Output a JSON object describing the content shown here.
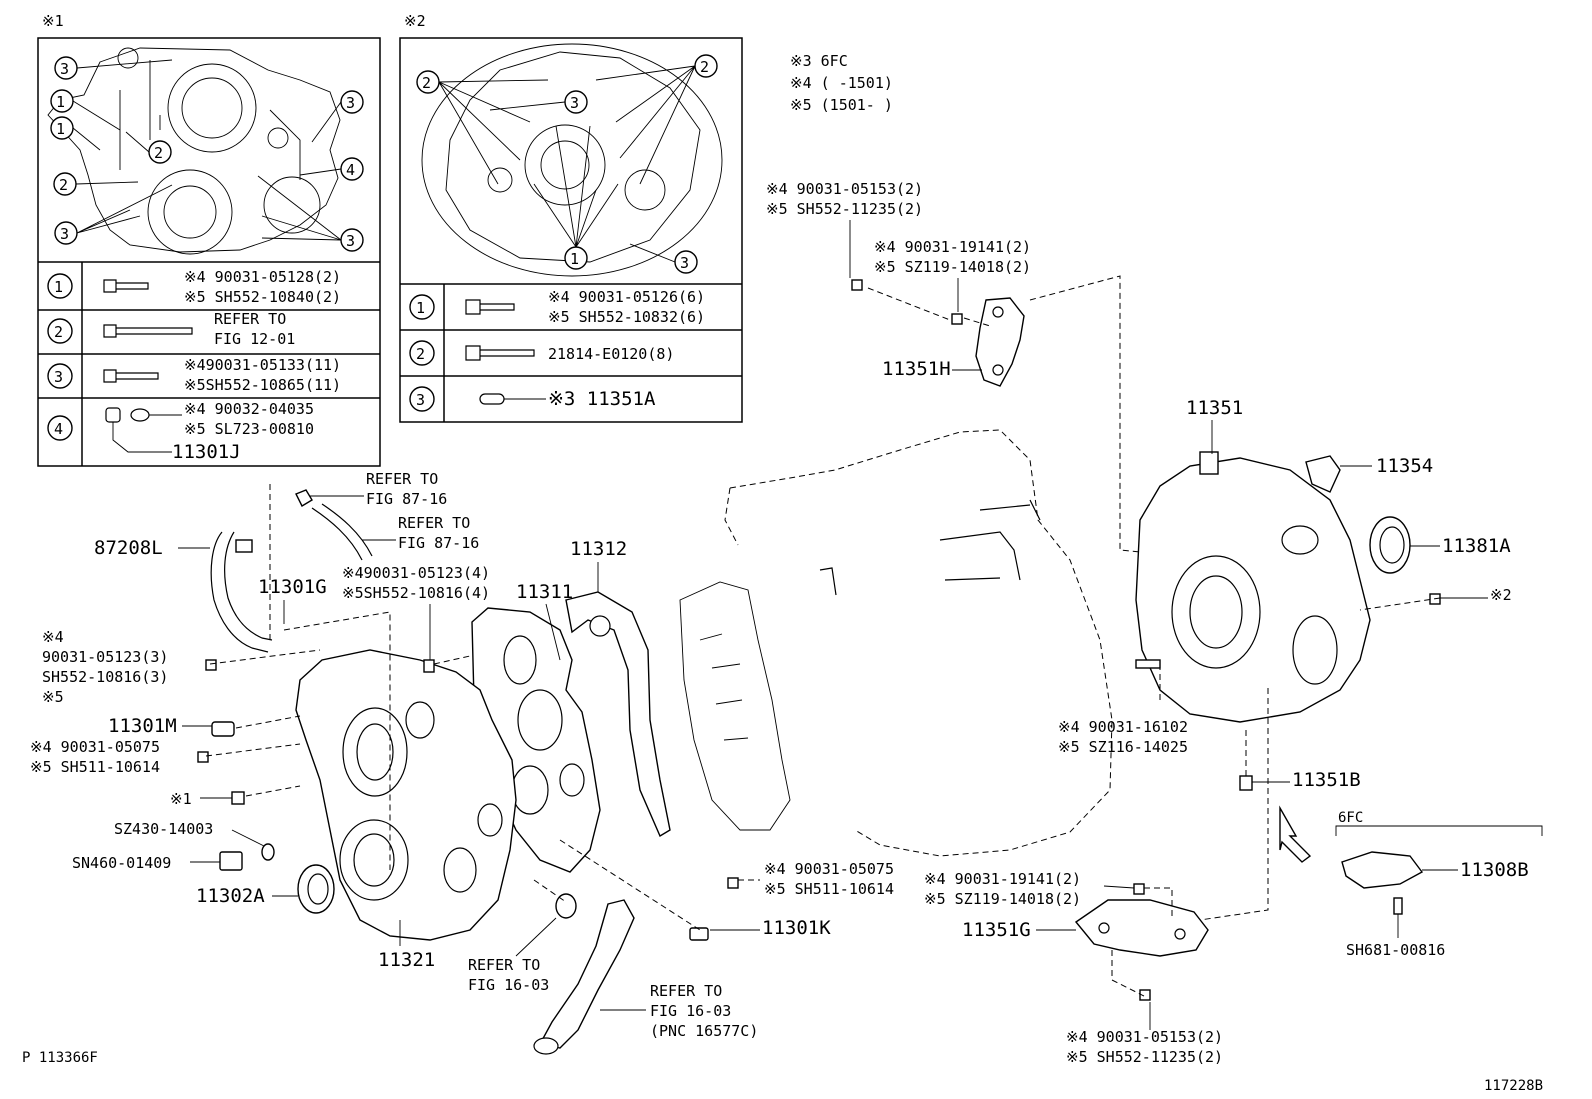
{
  "inset1": {
    "tag": "※1",
    "rows": [
      {
        "num": "1",
        "lines": [
          "※4 90031-05128(2)",
          "※5 SH552-10840(2)"
        ]
      },
      {
        "num": "2",
        "lines": [
          "REFER TO",
          "FIG 12-01"
        ]
      },
      {
        "num": "3",
        "lines": [
          "※490031-05133(11)",
          "※5SH552-10865(11)"
        ]
      },
      {
        "num": "4",
        "lines": [
          "※4 90032-04035",
          "※5 SL723-00810"
        ],
        "part": "11301J"
      }
    ]
  },
  "inset2": {
    "tag": "※2",
    "rows": [
      {
        "num": "1",
        "lines": [
          "※4 90031-05126(6)",
          "※5 SH552-10832(6)"
        ]
      },
      {
        "num": "2",
        "lines": [
          "21814-E0120(8)"
        ]
      },
      {
        "num": "3",
        "lines": [
          "※3 11351A"
        ]
      }
    ]
  },
  "notes": [
    "※3 6FC",
    "※4 (      -1501)",
    "※5 (1501-      )"
  ],
  "labels": {
    "p11351H_a": "※4 90031-05153(2)",
    "p11351H_b": "※5 SH552-11235(2)",
    "p11351H_c": "※4 90031-19141(2)",
    "p11351H_d": "※5 SZ119-14018(2)",
    "p11351H": "11351H",
    "p11351": "11351",
    "p11354": "11354",
    "p11381A": "11381A",
    "ref2": "※2",
    "stud_a": "※4 90031-16102",
    "stud_b": "※5 SZ116-14025",
    "p11351B": "11351B",
    "fc6": "6FC",
    "p11308B": "11308B",
    "sh681": "SH681-00816",
    "p11351G": "11351G",
    "g_a": "※4 90031-19141(2)",
    "g_b": "※5 SZ119-14018(2)",
    "g_c": "※4 90031-05153(2)",
    "g_d": "※5 SH552-11235(2)",
    "k_a": "※4 90031-05075",
    "k_b": "※5 SH511-10614",
    "p11301K": "11301K",
    "ref_a1": "REFER TO",
    "ref_a2": "FIG 87-16",
    "ref_b1": "REFER TO",
    "ref_b2": "FIG 87-16",
    "p87208L": "87208L",
    "p11301G": "11301G",
    "bolt4_a": "※4",
    "bolt4_b": "90031-05123(3)",
    "bolt4_c": "SH552-10816(3)",
    "bolt4_d": "※5",
    "mid_a": "※490031-05123(4)",
    "mid_b": "※5SH552-10816(4)",
    "p11311": "11311",
    "p11312": "11312",
    "p11301M": "11301M",
    "m_a": "※4 90031-05075",
    "m_b": "※5 SH511-10614",
    "ref1": "※1",
    "sz430": "SZ430-14003",
    "sn460": "SN460-01409",
    "p11302A": "11302A",
    "p11321": "11321",
    "ref_c1": "REFER TO",
    "ref_c2": "FIG 16-03",
    "ref_d1": "REFER TO",
    "ref_d2": "FIG 16-03",
    "ref_d3": "(PNC 16577C)",
    "footer_left": "P 113366F",
    "footer_right": "117228B"
  }
}
